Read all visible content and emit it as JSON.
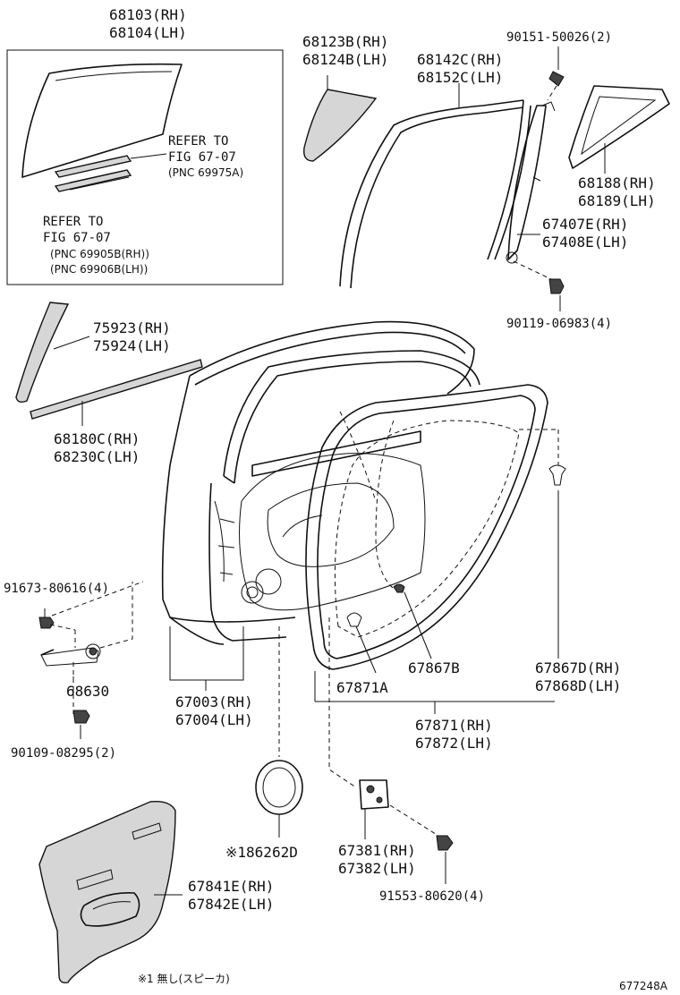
{
  "labels": {
    "l68103": "68103(RH)",
    "l68104": "68104(LH)",
    "refer1a": "REFER TO",
    "refer1b": "FIG 67-07",
    "refer1c": "(PNC 69975A)",
    "refer2a": "REFER TO",
    "refer2b": "FIG 67-07",
    "refer2c": "(PNC 69905B(RH))",
    "refer2d": "(PNC 69906B(LH))",
    "l68123b": "68123B(RH)",
    "l68124b": "68124B(LH)",
    "l68142c": "68142C(RH)",
    "l68152c": "68152C(LH)",
    "l90151": "90151-50026(2)",
    "l68188": "68188(RH)",
    "l68189": "68189(LH)",
    "l67407e": "67407E(RH)",
    "l67408e": "67408E(LH)",
    "l90119": "90119-06983(4)",
    "l75923": "75923(RH)",
    "l75924": "75924(LH)",
    "l68180c": "68180C(RH)",
    "l68230c": "68230C(LH)",
    "l91673": "91673-80616(4)",
    "l68630": "68630",
    "l90109": "90109-08295(2)",
    "l67003": "67003(RH)",
    "l67004": "67004(LH)",
    "l67867b": "67867B",
    "l67867d": "67867D(RH)",
    "l67868d": "67868D(LH)",
    "l67871a": "67871A",
    "l67871": "67871(RH)",
    "l67872": "67872(LH)",
    "l86262d": "※186262D",
    "l67381": "67381(RH)",
    "l67382": "67382(LH)",
    "l91553": "91553-80620(4)",
    "l67841e": "67841E(RH)",
    "l67842e": "67842E(LH)",
    "footnote": "※1 無し(スピーカ)",
    "figure_id": "677248A"
  }
}
